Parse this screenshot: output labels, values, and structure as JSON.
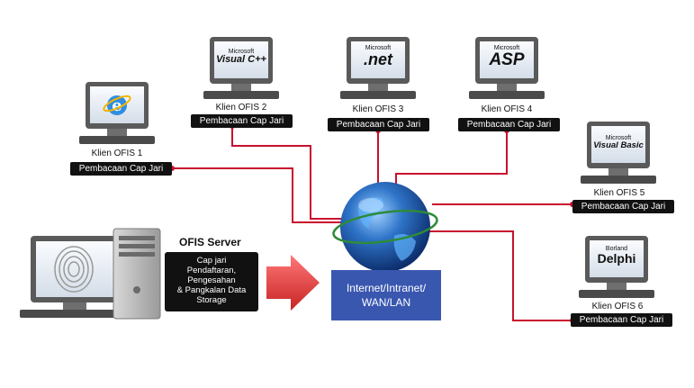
{
  "colors": {
    "line": "#c8102e",
    "bar": "#111111",
    "network_box": "#3a57b0",
    "arrow": "#e03030"
  },
  "clients": [
    {
      "name": "Klien OFIS 1",
      "tag": "Pembacaan Cap Jari",
      "screen_icon": "internet-explorer-icon"
    },
    {
      "name": "Klien OFIS 2",
      "tag": "Pembacaan Cap Jari",
      "logo_small": "Microsoft",
      "logo_main": "Visual C++"
    },
    {
      "name": "Klien OFIS 3",
      "tag": "Pembacaan Cap Jari",
      "logo_small": "Microsoft",
      "logo_main": ".net"
    },
    {
      "name": "Klien OFIS 4",
      "tag": "Pembacaan Cap Jari",
      "logo_small": "Microsoft",
      "logo_main": "ASP"
    },
    {
      "name": "Klien OFIS 5",
      "tag": "Pembacaan Cap Jari",
      "logo_small": "Microsoft",
      "logo_main": "Visual Basic"
    },
    {
      "name": "Klien OFIS 6",
      "tag": "Pembacaan Cap Jari",
      "logo_small": "Borland",
      "logo_main": "Delphi"
    }
  ],
  "server": {
    "title": "OFIS Server",
    "line1": "Cap jari",
    "line2": "Pendaftaran,",
    "line3": "Pengesahan",
    "line4": "& Pangkalan Data",
    "line5": "Storage",
    "screen_icon": "fingerprint-icon"
  },
  "network": {
    "line1": "Internet/Intranet/",
    "line2": "WAN/LAN"
  }
}
